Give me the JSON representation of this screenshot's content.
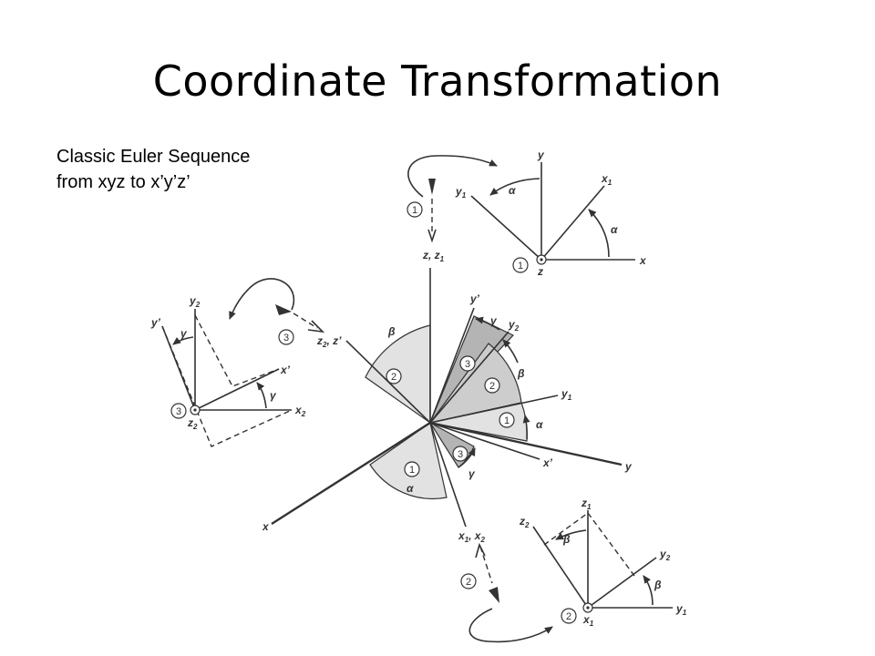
{
  "slide": {
    "title": "Coordinate Transformation",
    "subtitle_line1": "Classic Euler Sequence",
    "subtitle_line2": "from xyz to x’y’z’"
  },
  "axis_labels": {
    "main_z": "z, z",
    "main_z_sub": "1",
    "main_y": "y",
    "main_x": "x",
    "main_yprime": "y’",
    "main_xprime": "x’",
    "main_z2": "z",
    "main_z2_sub": "2",
    "main_zprime": ", z’",
    "main_y2": "y",
    "main_y2_sub": "2",
    "main_y1": "y",
    "main_y1_sub": "1",
    "main_x1x2": "x",
    "main_x1_sub": "1",
    "main_x2_mid": ", x",
    "main_x2_sub": "2",
    "tr_y": "y",
    "tr_x": "x",
    "tr_y1": "y",
    "tr_y1_sub": "1",
    "tr_x1": "x",
    "tr_x1_sub": "1",
    "tr_z": "z",
    "tl_y2": "y",
    "tl_y2_sub": "2",
    "tl_yprime": "y’",
    "tl_xprime": "x’",
    "tl_x2": "x",
    "tl_x2_sub": "2",
    "tl_z2": "z",
    "tl_z2_sub": "2",
    "br_z1": "z",
    "br_z1_sub": "1",
    "br_z2": "z",
    "br_z2_sub": "2",
    "br_y2": "y",
    "br_y2_sub": "2",
    "br_y1": "y",
    "br_y1_sub": "1",
    "br_x1": "x",
    "br_x1_sub": "1"
  },
  "angles": {
    "alpha": "α",
    "beta": "β",
    "gamma": "γ"
  },
  "step_markers": {
    "one": "1",
    "two": "2",
    "three": "3"
  },
  "colors": {
    "sector_light": "#e2e2e2",
    "sector_mid": "#cdcdcd",
    "sector_dark": "#b4b4b4",
    "line": "#333333"
  }
}
